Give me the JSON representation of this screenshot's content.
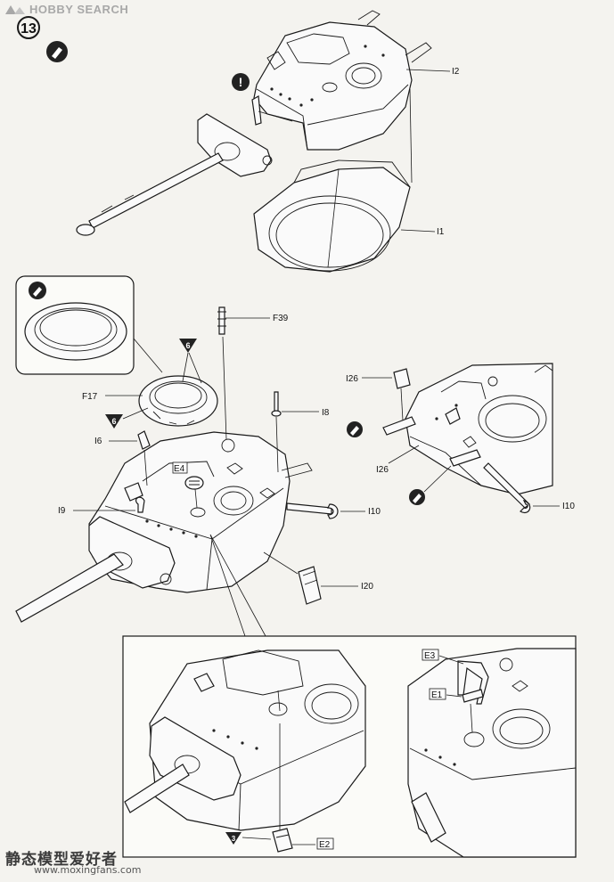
{
  "brand": {
    "logo_text": "HOBBY SEARCH"
  },
  "step": {
    "number": "13"
  },
  "watermark": {
    "chinese": "静态模型爱好者",
    "url": "www.moxingfans.com"
  },
  "colors": {
    "ink": "#1a1a1a",
    "paper": "#f4f3ef",
    "badge": "#222222",
    "watermark": "#a8a8a8"
  },
  "parts": {
    "i2": "I2",
    "i1": "I1",
    "f39": "F39",
    "f17": "F17",
    "i8": "I8",
    "i6": "I6",
    "e4": "E4",
    "i9": "I9",
    "i10_left": "I10",
    "i20": "I20",
    "i26_top": "I26",
    "i26_bottom": "I26",
    "i10_right": "I10",
    "e3": "E3",
    "e1": "E1",
    "e2": "E2"
  },
  "badges": {
    "six_a": "6",
    "six_b": "6",
    "three": "3"
  },
  "icons": {
    "caution": "!",
    "cement": "cement-icon",
    "knife": "knife-icon"
  }
}
